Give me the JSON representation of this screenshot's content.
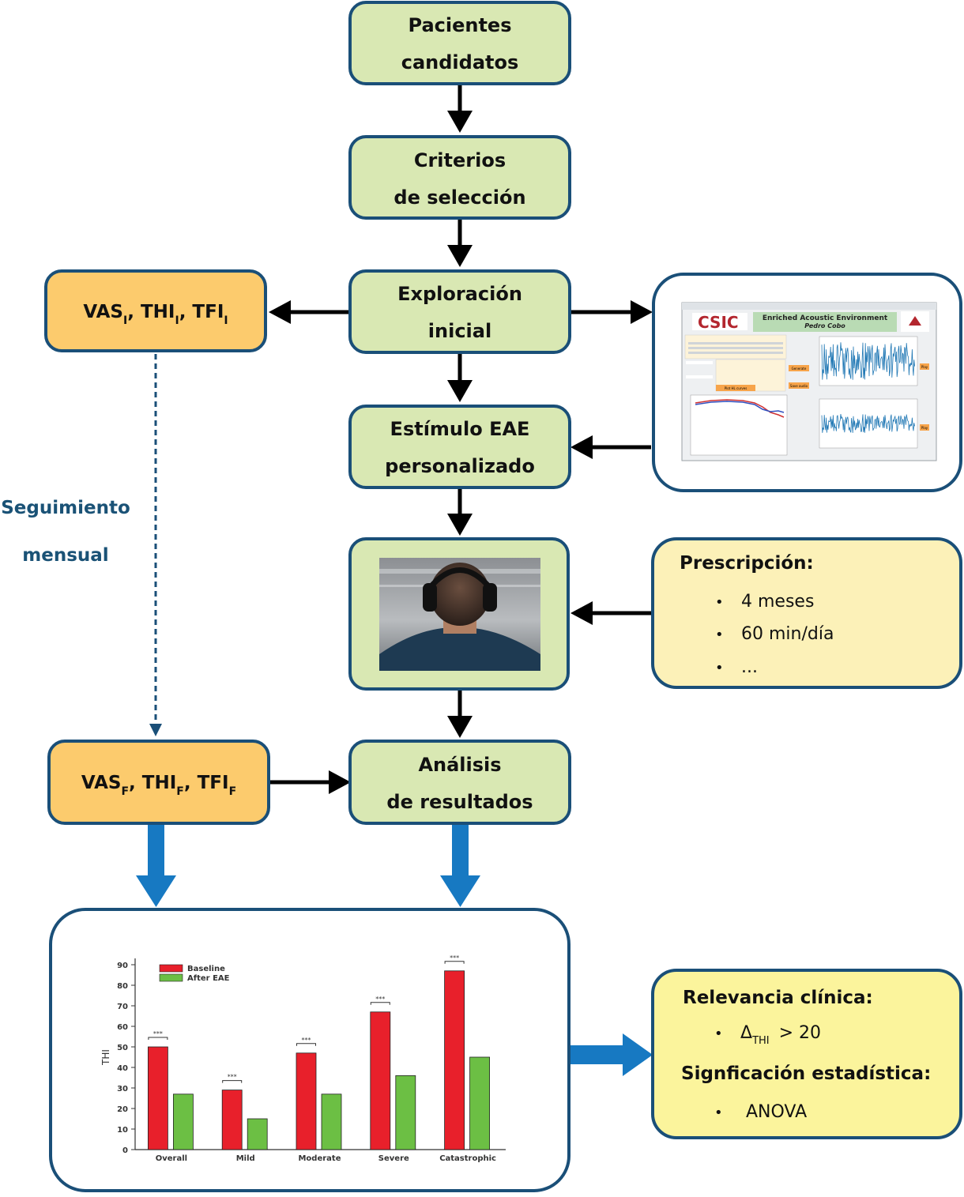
{
  "nodes": {
    "pacientes": {
      "line1": "Pacientes",
      "line2": "candidatos"
    },
    "criterios": {
      "line1": "Criterios",
      "line2": "de selección"
    },
    "exploracion": {
      "line1": "Exploración",
      "line2": "inicial"
    },
    "estimulo": {
      "line1": "Estímulo EAE",
      "line2": "personalizado"
    },
    "analisis": {
      "line1": "Análisis",
      "line2": "de resultados"
    },
    "initial_measures": {
      "p1": "VAS",
      "s1": "I",
      "p2": ", THI",
      "s2": "I",
      "p3": ", TFI",
      "s3": "I"
    },
    "final_measures": {
      "p1": "VAS",
      "s1": "F",
      "p2": ", THI",
      "s2": "F",
      "p3": ", TFI",
      "s3": "F"
    }
  },
  "follow_up": {
    "line1": "Seguimiento",
    "line2": "mensual"
  },
  "prescription": {
    "title": "Prescripción:",
    "bullet": "•",
    "items": [
      "4 meses",
      "60 min/día",
      "..."
    ]
  },
  "relevance": {
    "title": "Relevancia clínica:",
    "bullet": "•",
    "delta": "Δ",
    "delta_sub": "THI",
    "delta_rest": "> 20",
    "title2": "Signficación estadística:",
    "item2": "ANOVA"
  },
  "software": {
    "logo": "CSIC",
    "title": "Enriched Acoustic Environment",
    "author": "Pedro Cobo",
    "b1": "Generate",
    "b2": "Save audio",
    "b3": "Plot HL curves",
    "b4": "Play",
    "b5": "Play"
  },
  "colors": {
    "box_green": "#d9e8b3",
    "box_orange": "#fccb6d",
    "box_yellow": "#fcf1b8",
    "box_yellow2": "#fbf49c",
    "border": "#1a4f78",
    "blue_arrow": "#1779c2",
    "baseline": "#e8202b",
    "after": "#6cbf44"
  },
  "chart_data": {
    "type": "bar",
    "ylabel": "THI",
    "ylim": [
      0,
      90
    ],
    "yticks": [
      0,
      10,
      20,
      30,
      40,
      50,
      60,
      70,
      80,
      90
    ],
    "categories": [
      "Overall",
      "Mild",
      "Moderate",
      "Severe",
      "Catastrophic"
    ],
    "series": [
      {
        "name": "Baseline",
        "color": "#e8202b",
        "values": [
          50,
          29,
          47,
          67,
          87
        ]
      },
      {
        "name": "After EAE",
        "color": "#6cbf44",
        "values": [
          27,
          15,
          27,
          36,
          45
        ]
      }
    ],
    "significance": [
      "***",
      "***",
      "***",
      "***",
      "***"
    ],
    "legend_position": "top-left",
    "grid": false
  }
}
